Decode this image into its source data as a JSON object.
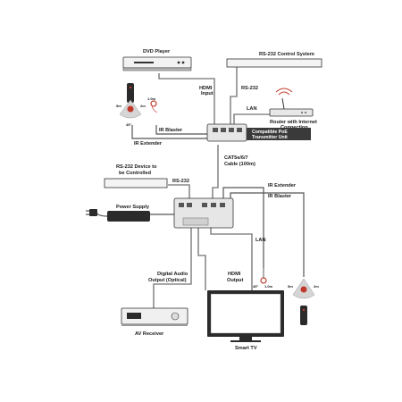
{
  "labels": {
    "dvd_player": "DVD Player",
    "rs232_control_system": "RS-232 Control System",
    "hdmi_input": [
      "HDMI",
      "Input"
    ],
    "rs232_top": "RS-232",
    "lan_top": "LAN",
    "router": [
      "Router with Internet",
      "Connection"
    ],
    "ir_blaster_top": "IR Blaster",
    "ir_extender_top": "IR Extender",
    "transmitter": [
      "Compatible PoE",
      "Transmitter Unit"
    ],
    "cable": [
      "CAT5e/6/7",
      "Cable (100m)"
    ],
    "rs232_device": [
      "RS-232 Device to",
      "be Controlled"
    ],
    "rs232_mid": "RS-232",
    "ir_extender_right": "IR Extender",
    "ir_blaster_right": "IR Blaster",
    "power_supply": "Power Supply",
    "lan_mid": "LAN",
    "digital_audio": [
      "Digital Audio",
      "Output (Optical)"
    ],
    "hdmi_output": [
      "HDMI",
      "Output"
    ],
    "av_receiver": "AV Receiver",
    "smart_tv": "Smart TV"
  },
  "ir_markings": {
    "distance": "1.0m",
    "range_a": "5m",
    "range_b": "2m",
    "angle": "45°"
  },
  "colors": {
    "ir_red": "#c0392b",
    "device_dark": "#2b2b2b",
    "cable": "#8a8a8a",
    "transmitter_label_bg": "#3a3a3a"
  },
  "icons": [
    "dvd-player-icon",
    "router-icon",
    "remote-control-icon",
    "ir-receiver-icon",
    "power-plug-icon",
    "power-brick-icon",
    "tv-icon",
    "av-receiver-icon"
  ]
}
